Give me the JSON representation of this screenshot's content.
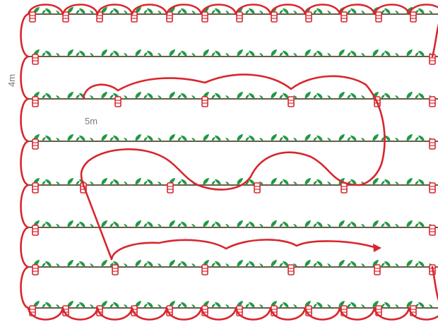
{
  "labels": {
    "row_spacing": "4m",
    "trap_spacing": "5m"
  },
  "colors": {
    "path": "#d8262e",
    "leaf": "#1f9a45",
    "stem": "#6b5a4a",
    "trap": "#d8262e",
    "label": "#7a7a7a"
  },
  "icons": [
    "plant-row",
    "trap-marker",
    "route-path",
    "arrow-head"
  ]
}
